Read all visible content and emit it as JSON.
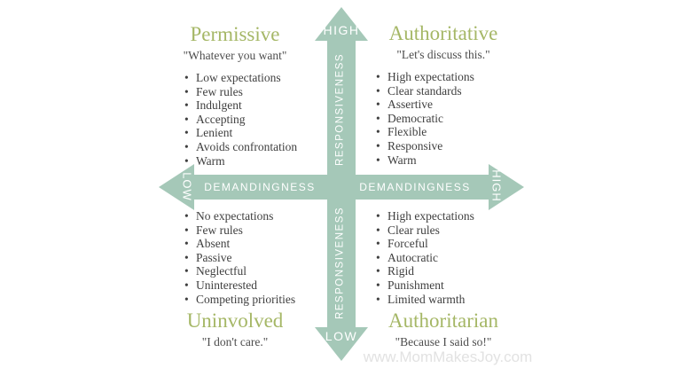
{
  "colors": {
    "arrow_green": "#a5c8b8",
    "title_olive": "#a5b766",
    "body_text": "#3f3f3f",
    "axis_text": "#ffffff",
    "watermark_gray": "#e2e2e2",
    "background": "#ffffff"
  },
  "axes": {
    "vertical": {
      "label": "RESPONSIVENESS",
      "high": "HIGH",
      "low": "LOW"
    },
    "horizontal": {
      "label": "DEMANDINGNESS",
      "high": "HIGH",
      "low": "LOW"
    }
  },
  "quadrants": [
    {
      "title": "Permissive",
      "quote": "\"Whatever you want\"",
      "traits": [
        "Low expectations",
        "Few rules",
        "Indulgent",
        "Accepting",
        "Lenient",
        "Avoids confrontation",
        "Warm"
      ]
    },
    {
      "title": "Authoritative",
      "quote": "\"Let's discuss this.\"",
      "traits": [
        "High expectations",
        "Clear standards",
        "Assertive",
        "Democratic",
        "Flexible",
        "Responsive",
        "Warm"
      ]
    },
    {
      "title": "Uninvolved",
      "quote": "\"I don't care.\"",
      "traits": [
        "No expectations",
        "Few rules",
        "Absent",
        "Passive",
        "Neglectful",
        "Uninterested",
        "Competing priorities"
      ]
    },
    {
      "title": "Authoritarian",
      "quote": "\"Because I said so!\"",
      "traits": [
        "High expectations",
        "Clear rules",
        "Forceful",
        "Autocratic",
        "Rigid",
        "Punishment",
        "Limited warmth"
      ]
    }
  ],
  "watermark": "www.MomMakesJoy.com"
}
